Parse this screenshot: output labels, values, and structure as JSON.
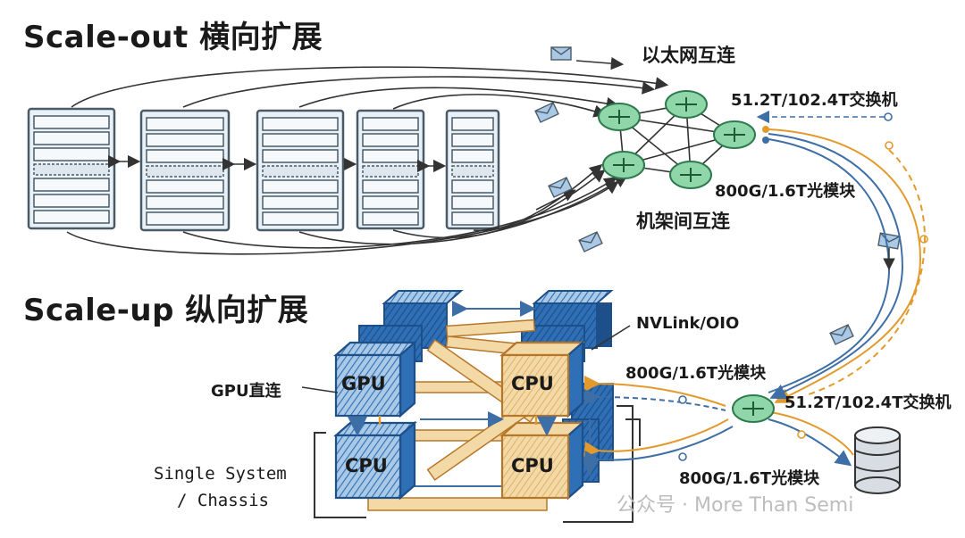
{
  "titles": {
    "scale_out": "Scale-out 横向扩展",
    "scale_up": "Scale-up 纵向扩展"
  },
  "labels": {
    "ethernet": "以太网互连",
    "switch_top": "51.2T/102.4T交换机",
    "optical_top": "800G/1.6T光模块",
    "inter_rack": "机架间互连",
    "nvlink": "NVLink/OIO",
    "optical_mid": "800G/1.6T光模块",
    "switch_bottom": "51.2T/102.4T交换机",
    "optical_bottom": "800G/1.6T光模块",
    "gpu_direct": "GPU直连",
    "single_system_line1": "Single System",
    "single_system_line2": "/ Chassis"
  },
  "chips": {
    "gpu": "GPU",
    "cpu_top": "CPU",
    "cpu_bottom_left": "CPU",
    "cpu_bottom_right": "CPU"
  },
  "watermark": "公众号 · More Than Semi",
  "colors": {
    "server_fill": "#e8f1f7",
    "server_stroke": "#4a5a66",
    "router_fill": "#8fd6a8",
    "router_stroke": "#2e7a4e",
    "gpu_blue": "#2f6fb5",
    "gpu_light": "#a9c9e6",
    "cpu_fill": "#f3d9a6",
    "link_orange": "#e39a2c",
    "link_blue": "#3d6ea5"
  }
}
